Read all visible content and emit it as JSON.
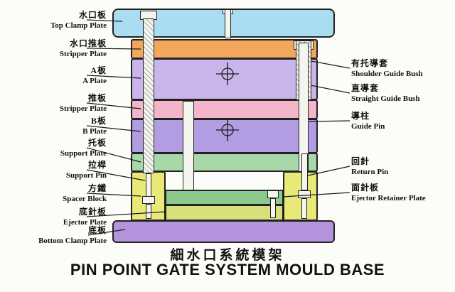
{
  "title": {
    "cn": "細水口系統模架",
    "en": "PIN POINT GATE SYSTEM MOULD BASE"
  },
  "left_labels": [
    {
      "cn": "水口板",
      "en": "Top Clamp Plate"
    },
    {
      "cn": "水口推板",
      "en": "Stripper Plate"
    },
    {
      "cn": "A板",
      "en": "A Plate"
    },
    {
      "cn": "推板",
      "en": "Stripper Plate"
    },
    {
      "cn": "B板",
      "en": "B Plate"
    },
    {
      "cn": "托板",
      "en": "Support Plate"
    },
    {
      "cn": "拉桿",
      "en": "Support Pin"
    },
    {
      "cn": "方鐵",
      "en": "Spacer Block"
    },
    {
      "cn": "底針板",
      "en": "Ejector Plate"
    },
    {
      "cn": "底板",
      "en": "Bottom Clamp Plate"
    }
  ],
  "right_labels": [
    {
      "cn": "有托導套",
      "en": "Shoulder Guide Bush"
    },
    {
      "cn": "直導套",
      "en": "Straight Guide Bush"
    },
    {
      "cn": "導柱",
      "en": "Guide Pin"
    },
    {
      "cn": "回針",
      "en": "Return Pin"
    },
    {
      "cn": "面針板",
      "en": "Ejector Retainer Plate"
    }
  ],
  "colors": {
    "background": "#fcfcf8",
    "top_clamp_plate": "#aadcf2",
    "stripper_plate_top": "#f2a75c",
    "a_plate": "#c9b5e9",
    "stripper_plate": "#f2b5c9",
    "b_plate": "#b29ce2",
    "support_plate": "#a8d8a8",
    "spacer_block": "#e9e978",
    "ejector_retainer_plate": "#8cc98c",
    "ejector_plate": "#d8e07a",
    "bottom_clamp_plate": "#b694dd",
    "pin_fill": "#f5f5ef",
    "line": "#1a1a1a"
  }
}
